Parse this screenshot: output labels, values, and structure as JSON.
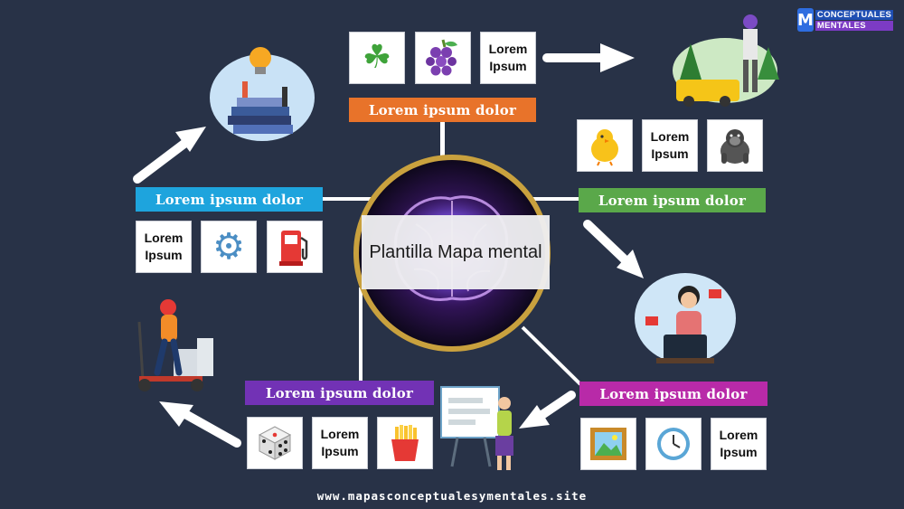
{
  "center": {
    "title": "Plantilla Mapa mental"
  },
  "logo": {
    "mark": "M",
    "line1": "CONCEPTUALES",
    "line2": "MENTALES"
  },
  "footer": {
    "url": "www.mapasconceptualesymentales.site"
  },
  "colors": {
    "background": "#283247",
    "orange": "#e8732a",
    "blue": "#1ea4dd",
    "green": "#5aa84a",
    "purple": "#7232b5",
    "magenta": "#b82aa8",
    "ring": "#c9a13e"
  },
  "branches": {
    "top": {
      "label": "Lorem ipsum dolor",
      "cards": [
        "four-leaf-clover-icon",
        "grapes-icon"
      ],
      "text": [
        "Lorem",
        "Ipsum"
      ]
    },
    "left": {
      "label": "Lorem ipsum dolor",
      "cards": [
        "gear-icon",
        "fuel-pump-icon"
      ],
      "text": [
        "Lorem",
        "Ipsum"
      ]
    },
    "right": {
      "label": "Lorem ipsum dolor",
      "cards": [
        "chick-icon",
        "gorilla-icon"
      ],
      "text": [
        "Lorem",
        "Ipsum"
      ]
    },
    "bottom_left": {
      "label": "Lorem ipsum dolor",
      "cards": [
        "dice-icon",
        "fries-icon"
      ],
      "text": [
        "Lorem",
        "Ipsum"
      ]
    },
    "bottom_right": {
      "label": "Lorem ipsum dolor",
      "cards": [
        "framed-picture-icon",
        "clock-icon"
      ],
      "text": [
        "Lorem",
        "Ipsum"
      ]
    }
  }
}
